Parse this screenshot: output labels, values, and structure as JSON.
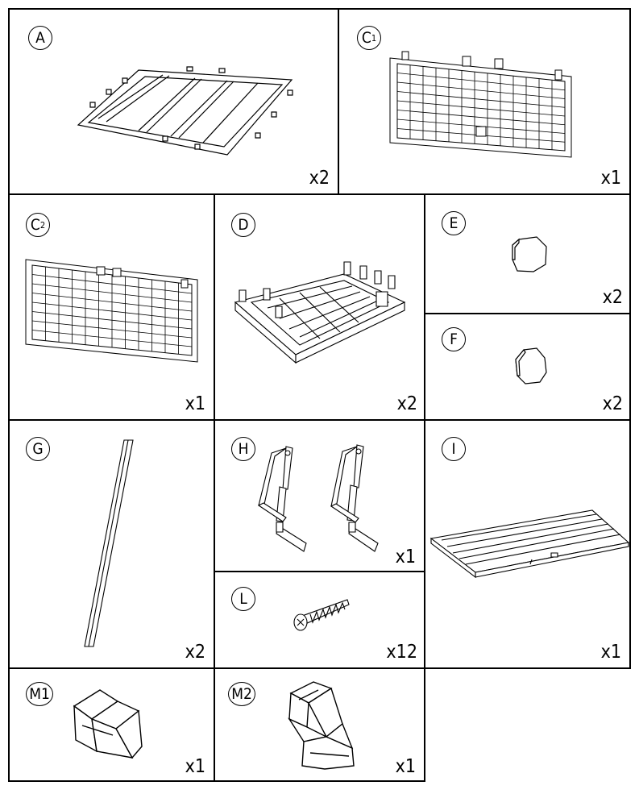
{
  "parts": {
    "A": {
      "label": "A",
      "qty": "x2"
    },
    "C1": {
      "label": "C",
      "sub": "1",
      "qty": "x1"
    },
    "C2": {
      "label": "C",
      "sub": "2",
      "qty": "x1"
    },
    "D": {
      "label": "D",
      "qty": "x2"
    },
    "E": {
      "label": "E",
      "qty": "x2"
    },
    "F": {
      "label": "F",
      "qty": "x2"
    },
    "G": {
      "label": "G",
      "qty": "x2"
    },
    "H": {
      "label": "H",
      "qty": "x1"
    },
    "I": {
      "label": "I",
      "qty": "x1"
    },
    "L": {
      "label": "L",
      "qty": "x12"
    },
    "M1": {
      "label": "M1",
      "qty": "x1"
    },
    "M2": {
      "label": "M2",
      "qty": "x1"
    }
  },
  "colors": {
    "line": "#000000",
    "background": "#ffffff"
  }
}
